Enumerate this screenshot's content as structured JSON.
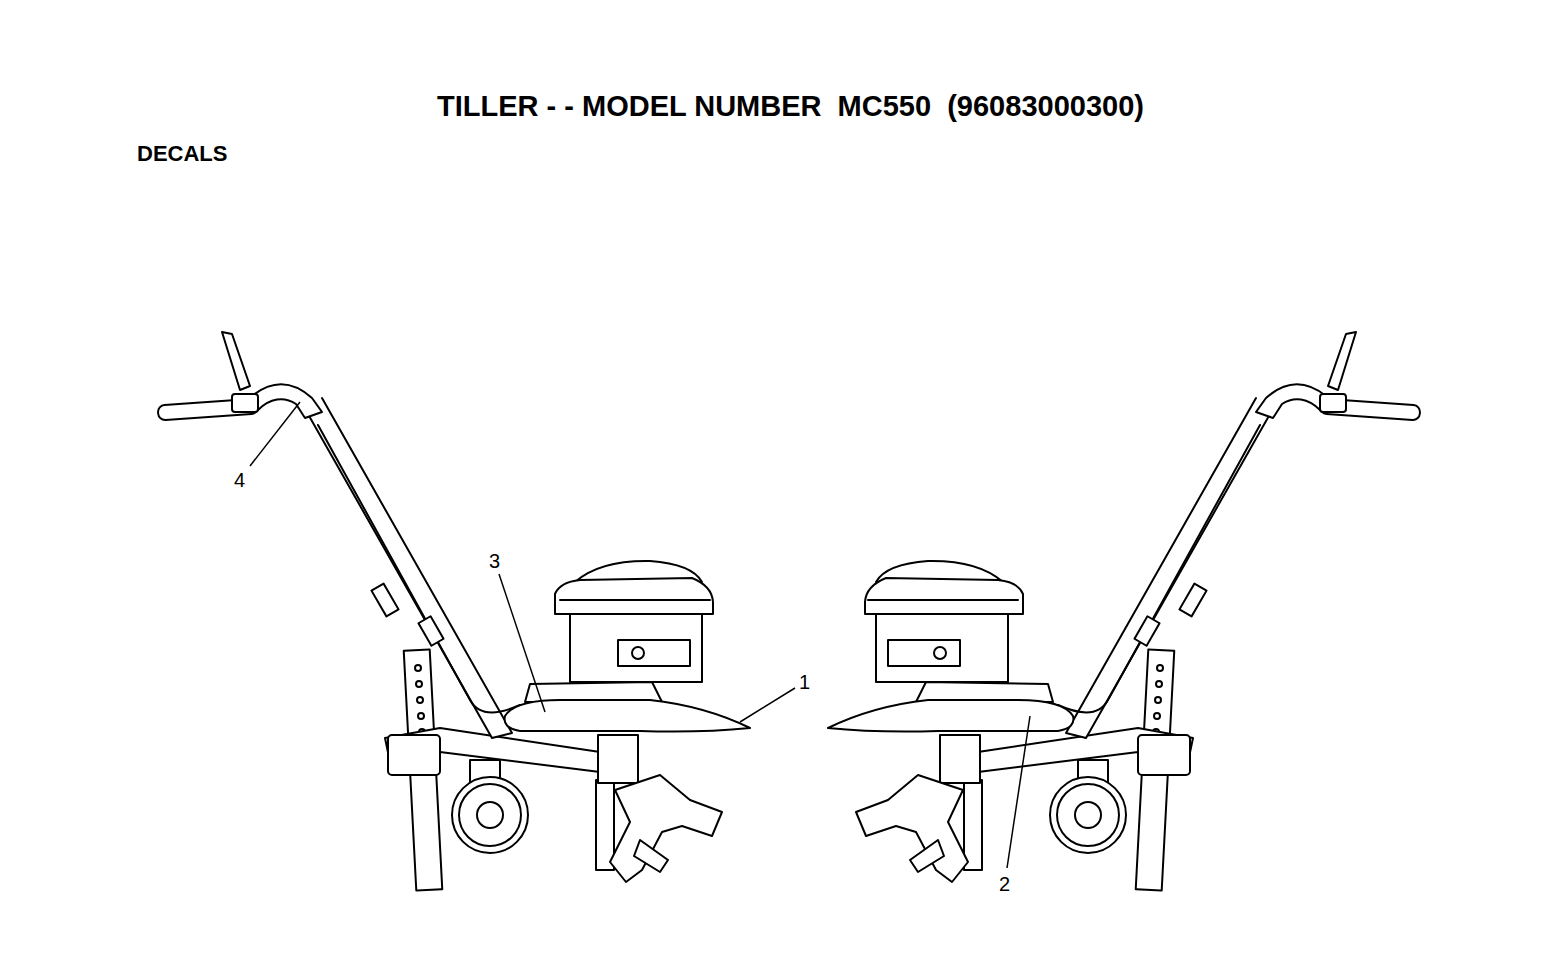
{
  "diagram": {
    "title": "TILLER - - MODEL NUMBER  MC550  (96083000300)",
    "labels": [
      "DECALS",
      "4",
      "3",
      "1",
      "2"
    ]
  }
}
